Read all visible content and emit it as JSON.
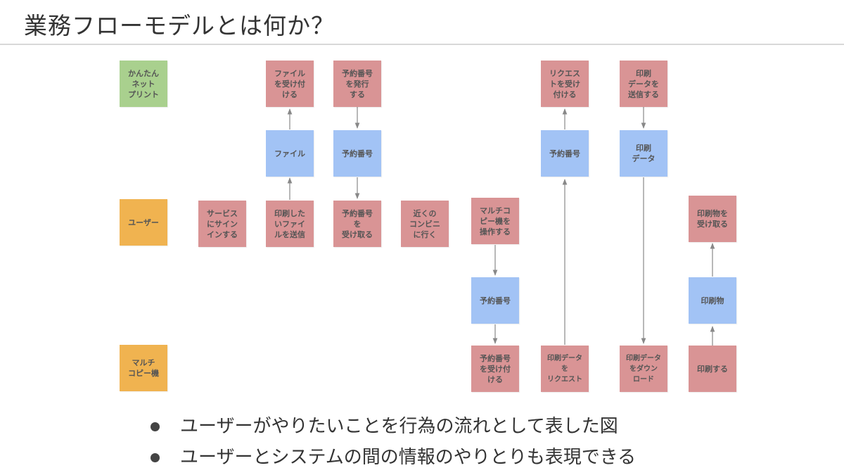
{
  "title": "業務フローモデルとは何か？",
  "lanes": {
    "service": "かんたん\nネット\nプリント",
    "user": "ユーザー",
    "copier": "マルチ\nコピー機"
  },
  "nodes": {
    "file_receive": "ファイル\nを受け付\nける",
    "issue_number": "予約番号\nを発行\nする",
    "file_data": "ファイル",
    "number_data_1": "予約番号",
    "sign_in": "サービス\nにサイン\nインする",
    "send_file": "印刷した\nいファイ\nルを送信",
    "receive_number": "予約番号\nを\n受け取る",
    "go_store": "近くの\nコンビニ\nに行く",
    "operate_copier": "マルチコ\nピー機を\n操作する",
    "number_data_2": "予約番号",
    "accept_number": "予約番号\nを受け付\nける",
    "request_print": "印刷データ\nを\nリクエスト",
    "accept_request": "リクエス\nトを受け\n付ける",
    "number_data_3": "予約番号",
    "send_print_data": "印刷\nデータを\n送信する",
    "print_data": "印刷\nデータ",
    "download_print": "印刷データ\nをダウン\nロード",
    "print": "印刷する",
    "printed_data": "印刷物",
    "receive_printed": "印刷物を\n受け取る"
  },
  "bullets": [
    "ユーザーがやりたいことを行為の流れとして表した図",
    "ユーザーとシステムの間の情報のやりとりも表現できる"
  ],
  "colors": {
    "actor_green": "#a9d08e",
    "actor_orange": "#f0b350",
    "action": "#d99495",
    "data": "#a2c3f5",
    "arrow": "#888888"
  }
}
